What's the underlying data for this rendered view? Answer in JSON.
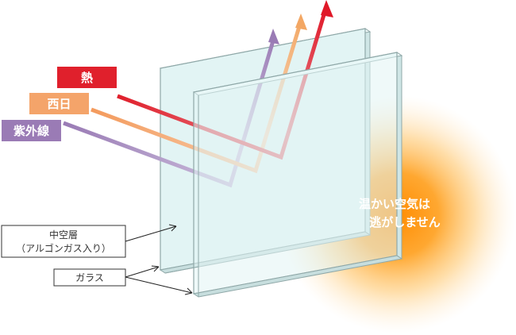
{
  "labels": {
    "heat": "熱",
    "west_sun": "西日",
    "uv": "紫外線",
    "air_layer_line1": "中空層",
    "air_layer_line2": "（アルゴンガス入り）",
    "glass": "ガラス",
    "warm_line1": "温かい空気は",
    "warm_line2": "逃がしません"
  },
  "colors": {
    "heat": "#e0202c",
    "west_sun": "#f4a46a",
    "uv": "#9a7bb5",
    "glass_fill": "#e2f4f4",
    "glass_edge": "#8fa8a8",
    "warm_core": "#ff9a1a"
  }
}
